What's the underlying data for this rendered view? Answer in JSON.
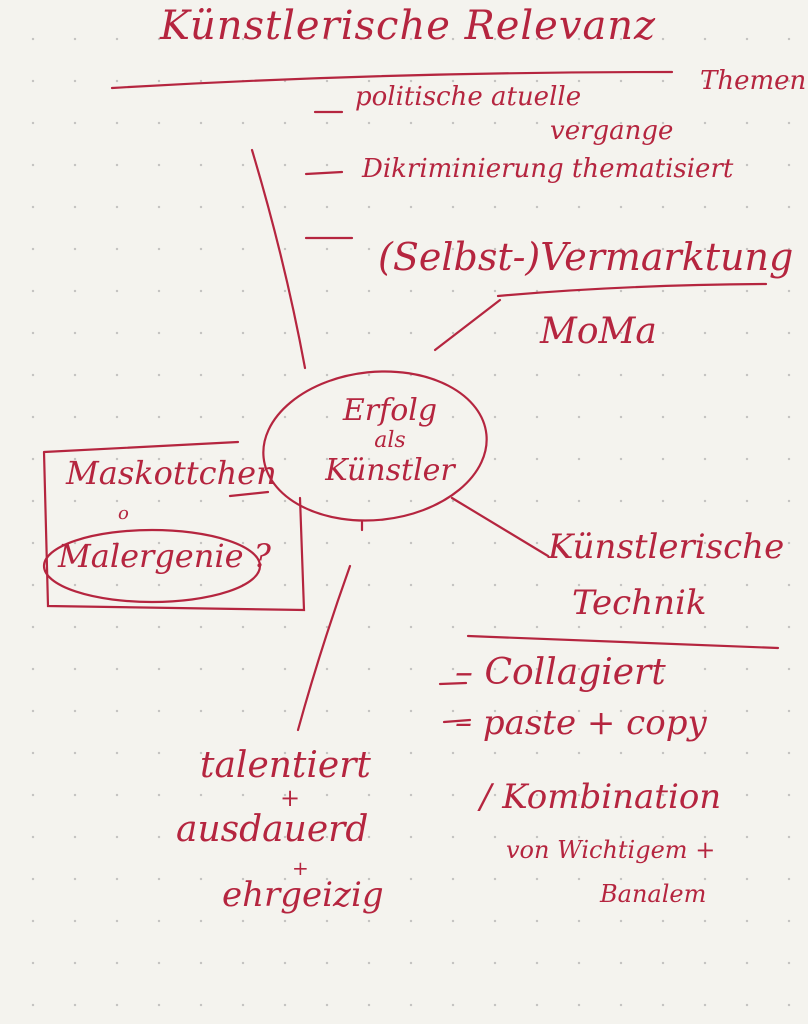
{
  "ink_color": "#b5253f",
  "title": "Künstlerische Relevanz",
  "relevanz_items": [
    {
      "marker": "–",
      "text": "politische atuelle",
      "extra": "vergange",
      "note": "Themen"
    },
    {
      "marker": "–",
      "text": "Dikriminierung thematisiert"
    },
    {
      "marker": "–",
      "text": "(Selbst-)Vermarktung",
      "sub": "MoMa"
    }
  ],
  "center": {
    "line1": "Erfolg",
    "line2": "als",
    "line3": "Künstler"
  },
  "left_box": {
    "line1": "Maskottchen",
    "connector": "o",
    "line2": "Malergenie",
    "mark": "?"
  },
  "technik": {
    "title_line1": "Künstlerische",
    "title_line2": "Technik",
    "items": [
      {
        "marker": "–",
        "text": "Collagiert"
      },
      {
        "marker": "–",
        "text": "paste + copy"
      },
      {
        "marker": "/",
        "text": "Kombination",
        "line2": "von Wichtigem +",
        "line3": "Banalem"
      }
    ]
  },
  "traits": {
    "t1": "talentiert",
    "plus": "+",
    "t2": "ausdauerd",
    "t3": "ehrgeizig"
  }
}
